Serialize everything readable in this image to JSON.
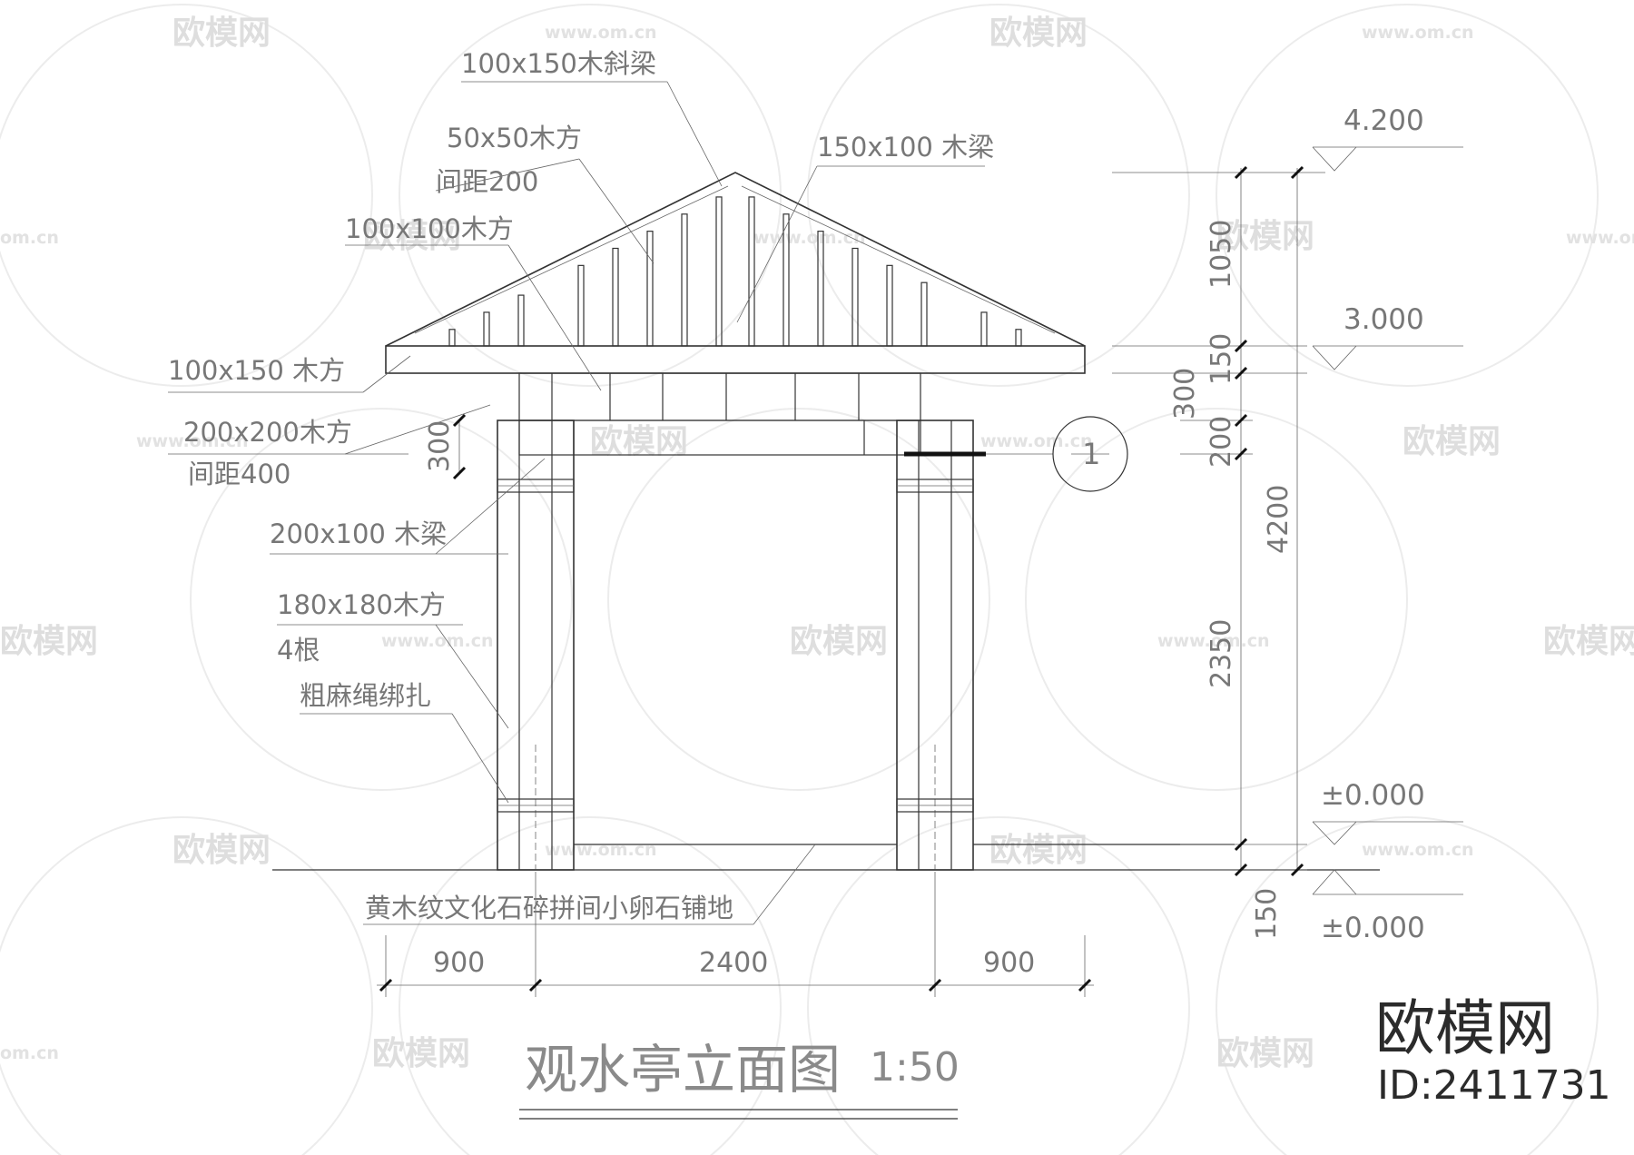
{
  "watermark": {
    "brand": "欧模网",
    "url": "www.om.cn",
    "url_fragment": "om.cn",
    "brand_fragment": "欧模网"
  },
  "labels": {
    "diag_beam": "100x150木斜梁",
    "sq50_a": "50x50木方",
    "sq50_b": "间距200",
    "beam150": "150x100 木梁",
    "sq100": "100x100木方",
    "sq100x150": "100x150 木方",
    "sq200_a": "200x200木方",
    "sq200_b": "间距400",
    "beam200": "200x100 木梁",
    "post_a": "180x180木方",
    "post_b": "4根",
    "post_c": "粗麻绳绑扎",
    "paving": "黄木纹文化石碎拼间小卵石铺地",
    "section_mark": "1"
  },
  "levels": {
    "l4200": "4.200",
    "l3000": "3.000",
    "l0a": "±0.000",
    "l0b": "±0.000"
  },
  "dims": {
    "d1050": "1050",
    "d150a": "150",
    "d300a": "300",
    "d200": "200",
    "d300b": "300",
    "d4200": "4200",
    "d2350": "2350",
    "d150b": "150",
    "d900a": "900",
    "d2400": "2400",
    "d900b": "900"
  },
  "title": {
    "main": "观水亭立面图",
    "scale": "1:50"
  },
  "brand": {
    "name": "欧模网",
    "id": "ID:2411731"
  }
}
